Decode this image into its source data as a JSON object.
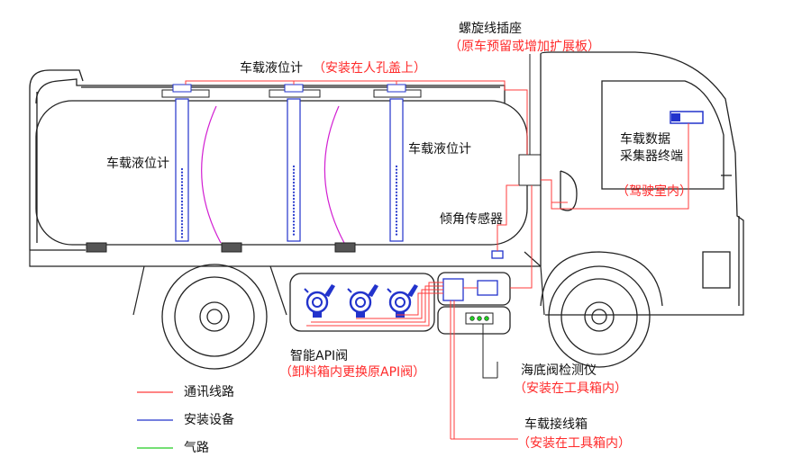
{
  "labels": {
    "spiral_socket": "螺旋线插座",
    "spiral_socket_note": "（原车预留或增加扩展板）",
    "level_gauge_top": "车载液位计",
    "level_gauge_top_note": "（安装在人孔盖上）",
    "level_gauge_left": "车载液位计",
    "level_gauge_right": "车载液位计",
    "terminal_line1": "车载数据",
    "terminal_line2": "采集器终端",
    "terminal_note": "（驾驶室内）",
    "tilt_sensor": "倾角传感器",
    "api_valve": "智能API阀",
    "api_valve_note": "（卸料箱内更换原API阀）",
    "bottom_valve_detector": "海底阀检测仪",
    "bottom_valve_detector_note": "（安装在工具箱内）",
    "junction_box": "车载接线箱",
    "junction_box_note": "（安装在工具箱内）"
  },
  "legend": [
    {
      "label": "通讯线路",
      "color": "#ff3b3b"
    },
    {
      "label": "安装设备",
      "color": "#2233cc"
    },
    {
      "label": "气路",
      "color": "#22cc22"
    }
  ],
  "colors": {
    "line": "#222222",
    "comm": "#ff3b3b",
    "device": "#2233cc",
    "air": "#22cc22",
    "arc": "#d21fd2"
  }
}
